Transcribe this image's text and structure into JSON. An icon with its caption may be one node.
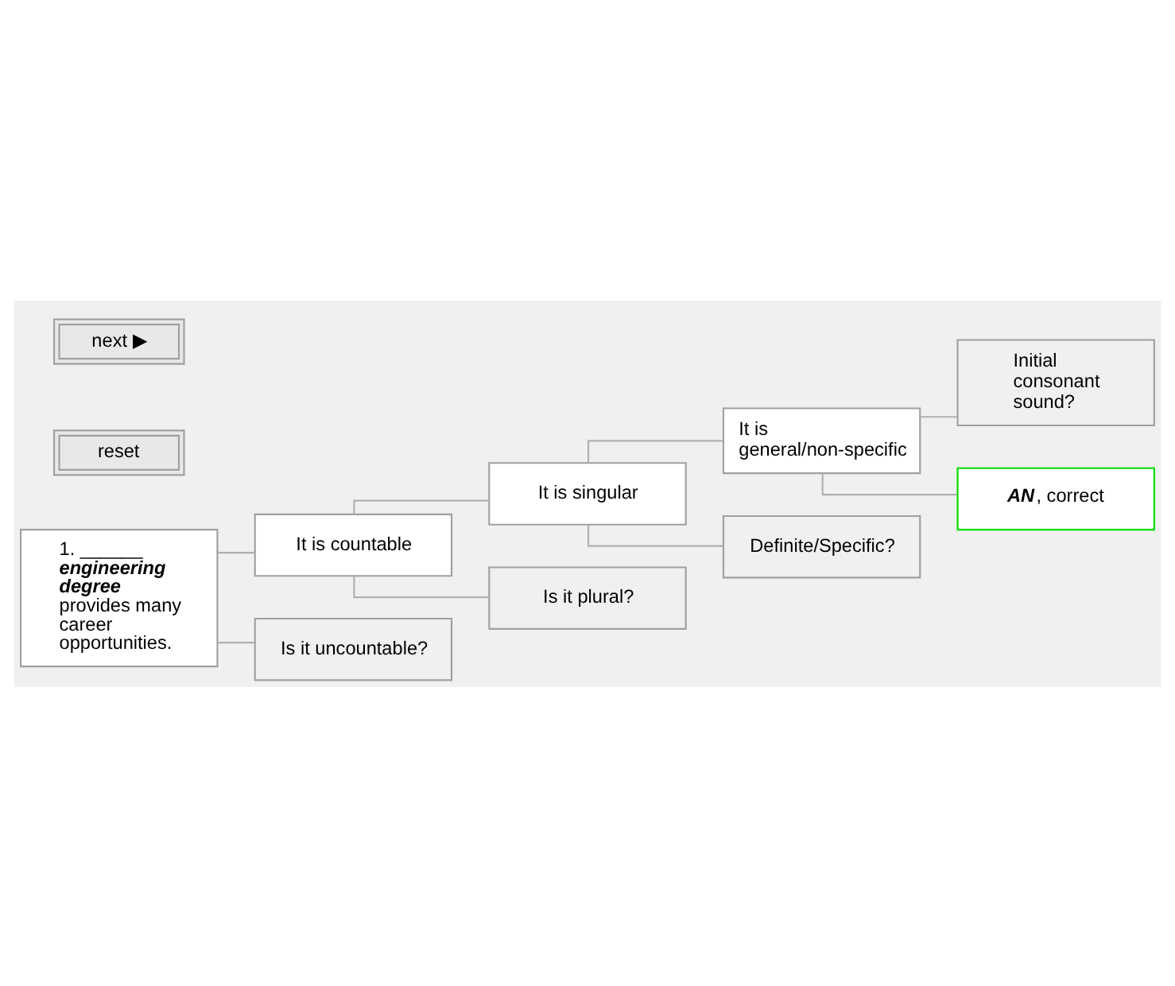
{
  "diagram": {
    "nodes": [
      {
        "text": [
          "1. ______ **engineering degree** provides many career opportunities."
        ]
      },
      {
        "text": [
          "It is countable"
        ]
      },
      {
        "text": [
          "It is singular"
        ]
      },
      {
        "text": [
          "It is general/non-specific"
        ]
      },
      {
        "text": [
          "Initial consonant sound?"
        ]
      },
      {
        "text": [
          "**AN**, correct"
        ]
      },
      {
        "text": [
          "Definite/Specific?"
        ]
      },
      {
        "text": [
          "Is it plural?"
        ]
      },
      {
        "text": [
          "Is it uncountable?"
        ]
      }
    ],
    "edges": [
      {
        "from": 0,
        "to": 1,
        "arrow": "none"
      },
      {
        "from": 0,
        "to": 8,
        "arrow": "none"
      },
      {
        "from": 1,
        "to": 2,
        "arrow": "none"
      },
      {
        "from": 1,
        "to": 7,
        "arrow": "none"
      },
      {
        "from": 2,
        "to": 3,
        "arrow": "none"
      },
      {
        "from": 2,
        "to": 6,
        "arrow": "none"
      },
      {
        "from": 3,
        "to": 4,
        "arrow": "none"
      },
      {
        "from": 3,
        "to": 5,
        "arrow": "none"
      }
    ],
    "labels": [
      "next ▶",
      "reset"
    ]
  }
}
